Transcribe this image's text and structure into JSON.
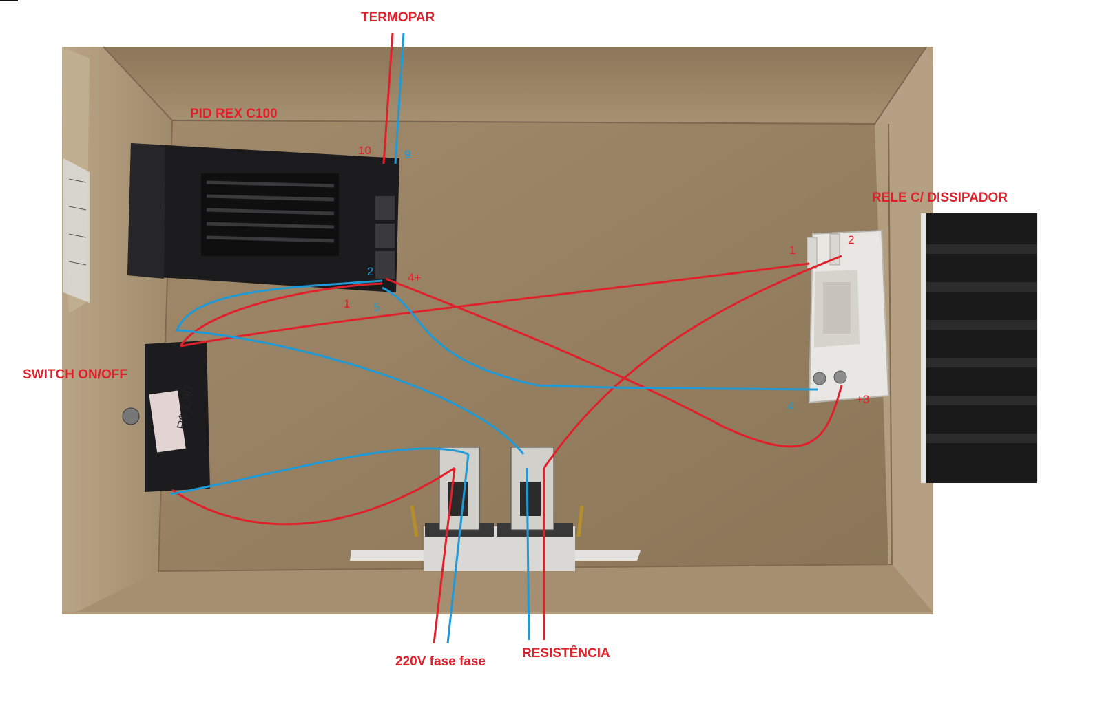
{
  "labels": {
    "termopar": "TERMOPAR",
    "pid": "PID REX C100",
    "rele": "RELE C/ DISSIPADOR",
    "switch": "SWITCH ON/OFF",
    "power": "220V fase fase",
    "resistencia": "RESISTÊNCIA"
  },
  "pins": {
    "pid_10": "10",
    "pid_9": "9",
    "pid_2": "2",
    "pid_4plus": "4+",
    "pid_1": "1",
    "pid_5": "5",
    "relay_1": "1",
    "relay_2": "2",
    "relay_4": "4",
    "relay_plus3": "+3"
  },
  "switch_sticker": "R$ 2,90",
  "colors": {
    "red_wire": "#e0202a",
    "blue_wire": "#1e9ad6",
    "cardboard": "#a38d6c",
    "cardboard_floor": "#9b866a",
    "device_black": "#1b1b1d",
    "relay_white": "#e8e6e2",
    "heatsink": "#141414"
  }
}
